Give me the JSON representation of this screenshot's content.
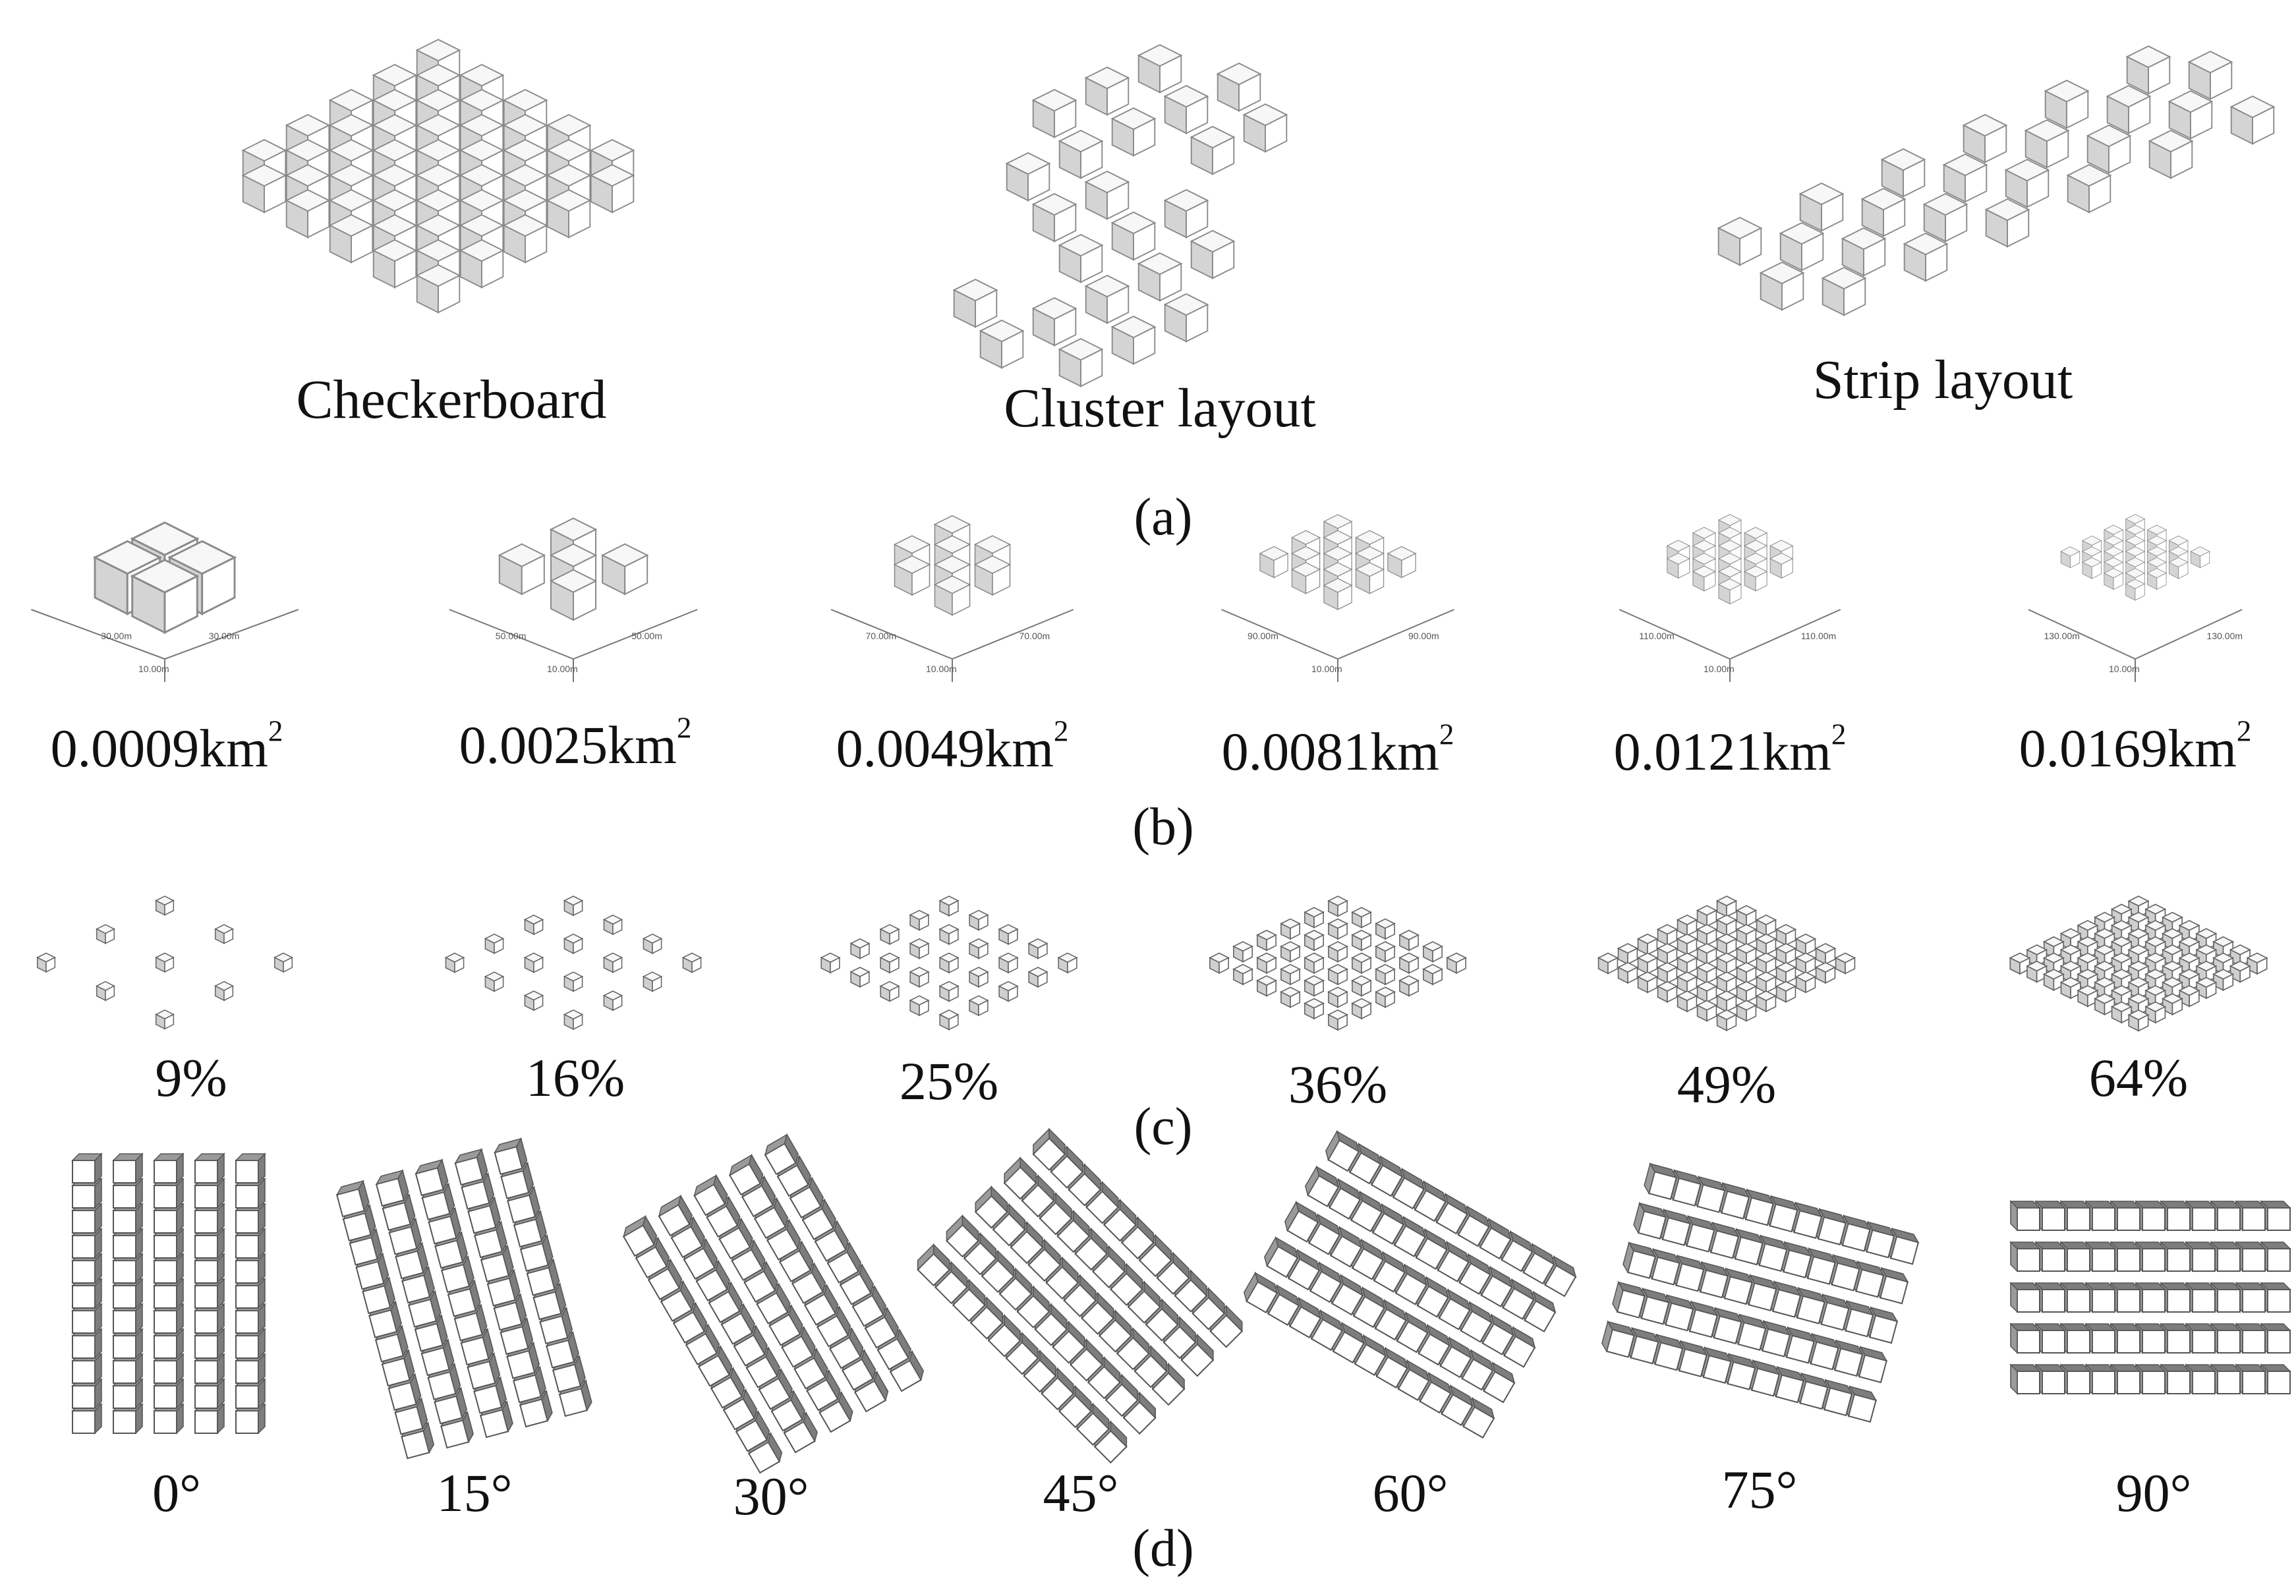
{
  "panel_a": {
    "caption": "(a)",
    "layouts": [
      {
        "label": "Checkerboard",
        "icon": "checkerboard-cube-grid"
      },
      {
        "label": "Cluster layout",
        "icon": "cluster-cube-grid"
      },
      {
        "label": "Strip layout",
        "icon": "strip-cube-grid"
      }
    ]
  },
  "panel_b": {
    "caption": "(b)",
    "unit": "km",
    "unit_exp": "2",
    "areas": [
      "0.0009",
      "0.0025",
      "0.0049",
      "0.0081",
      "0.0121",
      "0.0169"
    ],
    "dimension_notes": [
      [
        "30.00m",
        "10.00m",
        "30.00m"
      ],
      [
        "50.00m",
        "10.00m",
        "50.00m"
      ],
      [
        "70.00m",
        "10.00m",
        "70.00m"
      ],
      [
        "90.00m",
        "10.00m",
        "90.00m"
      ],
      [
        "110.00m",
        "10.00m",
        "110.00m"
      ],
      [
        "130.00m",
        "10.00m",
        "130.00m"
      ]
    ]
  },
  "panel_c": {
    "caption": "(c)",
    "densities": [
      "9%",
      "16%",
      "25%",
      "36%",
      "49%",
      "64%"
    ]
  },
  "panel_d": {
    "caption": "(d)",
    "angles": [
      "0°",
      "15°",
      "30°",
      "45°",
      "60°",
      "75°",
      "90°"
    ]
  }
}
